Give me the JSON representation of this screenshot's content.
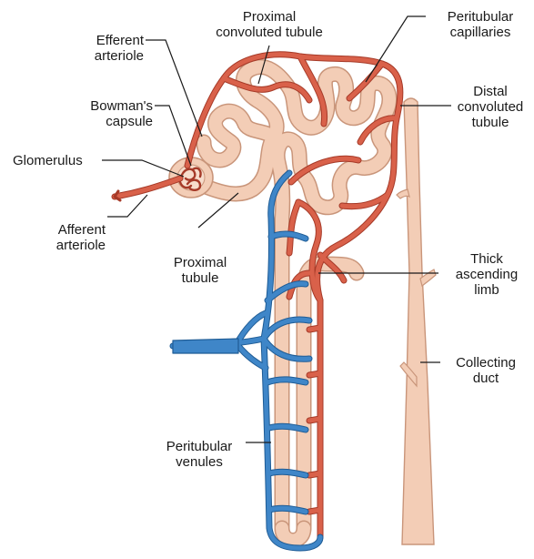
{
  "labels": {
    "proximal_convoluted_tubule": "Proximal\nconvoluted tubule",
    "peritubular_capillaries": "Peritubular\ncapillaries",
    "efferent_arteriole": "Efferent\narteriole",
    "bowmans_capsule": "Bowman's\ncapsule",
    "glomerulus": "Glomerulus",
    "afferent_arteriole": "Afferent\narteriole",
    "proximal_tubule": "Proximal\ntubule",
    "distal_convoluted_tubule": "Distal\nconvoluted\ntubule",
    "thick_ascending_limb": "Thick\nascending\nlimb",
    "collecting_duct": "Collecting\nduct",
    "peritubular_venules": "Peritubular\nvenules"
  },
  "colors": {
    "arterial": "#d9614a",
    "arterial_edge": "#a63a28",
    "venous": "#3f86c8",
    "venous_edge": "#1f5c95",
    "tubule": "#f3cdb6",
    "tubule_edge": "#c9957a",
    "leader": "#1a1a1a"
  }
}
